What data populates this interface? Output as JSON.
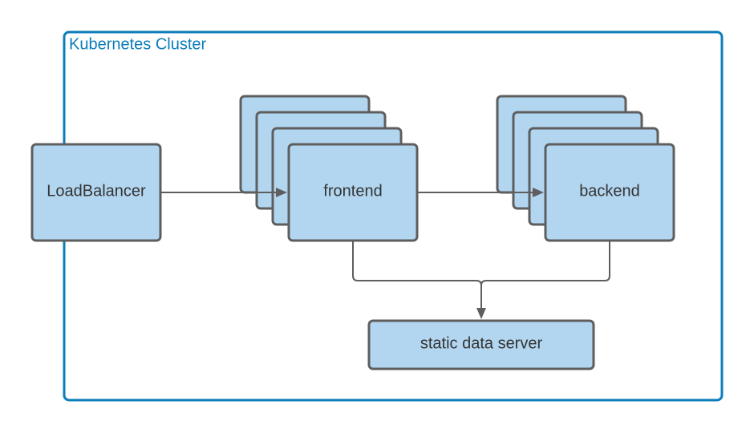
{
  "cluster": {
    "label": "Kubernetes Cluster",
    "color": "#0c7cba"
  },
  "nodes": {
    "loadbalancer": {
      "label": "LoadBalancer"
    },
    "frontend": {
      "label": "frontend"
    },
    "backend": {
      "label": "backend"
    },
    "static": {
      "label": "static data server"
    }
  },
  "colors": {
    "fill": "#b3d6f0",
    "stroke": "#5e5e5e"
  }
}
